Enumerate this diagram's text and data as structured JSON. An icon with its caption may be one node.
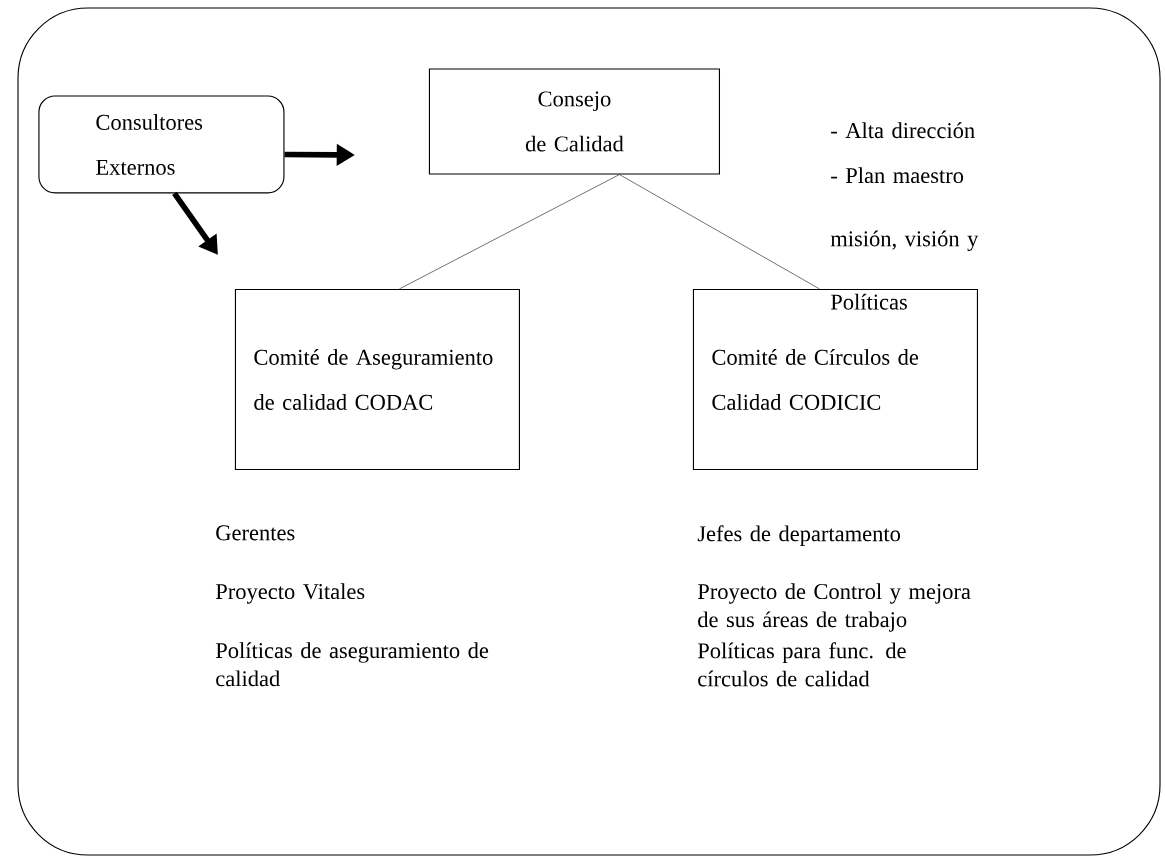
{
  "diagram": {
    "nodes": [
      {
        "text": [],
        "shape": "box"
      },
      {
        "text": [
          "Consultores Externos"
        ],
        "in": 0
      },
      {
        "text": [
          "Consejo de Calidad"
        ],
        "in": 0
      },
      {
        "text": [
          "Comité de Aseguramiento de calidad CODAC"
        ],
        "in": 0
      },
      {
        "text": [
          "Comité de Círculos de Calidad CODICIC"
        ],
        "in": 0
      }
    ],
    "edges": [
      {
        "from": 1,
        "to": null,
        "arrow": "to",
        "style": "thick"
      },
      {
        "from": 1,
        "to": null,
        "arrow": "to",
        "style": "thick"
      },
      {
        "from": 2,
        "to": 3,
        "arrow": "none"
      },
      {
        "from": 2,
        "to": 4,
        "arrow": "none"
      }
    ],
    "labels": [
      "- Alta dirección",
      "- Plan maestro misión, visión y Políticas",
      "Gerentes",
      "Jefes de departamento",
      "Proyecto Vitales",
      "Proyecto de Control y mejora de sus áreas de trabajo",
      "Políticas de aseguramiento de calidad",
      "Políticas para func. de círculos de calidad"
    ]
  }
}
